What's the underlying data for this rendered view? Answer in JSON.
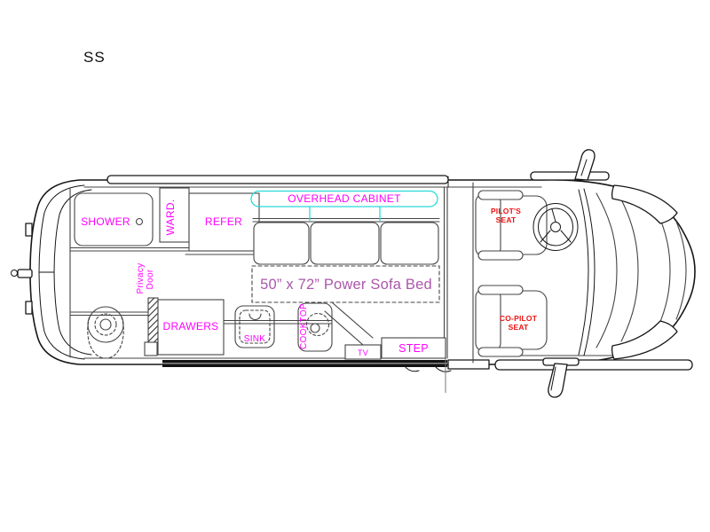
{
  "page": {
    "background": "#ffffff"
  },
  "colors": {
    "feature_label": "#ff00ff",
    "bed_label": "#ab57ab",
    "seat_label": "#ee1111",
    "overhead_cabinet_outline": "#2adbdb",
    "body_outline": "#161616"
  },
  "floorplan": {
    "model_code": "SS",
    "labels": {
      "shower": "SHOWER",
      "wardrobe": "WARD.",
      "refrigerator": "REFER",
      "overhead_cabinet": "OVERHEAD CABINET",
      "privacy_door_line1": "Privacy",
      "privacy_door_line2": "Door",
      "drawers": "DRAWERS",
      "sink": "SINK",
      "cooktop": "COOKTOP",
      "sofa_bed": "50” x 72” Power Sofa Bed",
      "tv": "TV",
      "step": "STEP",
      "pilot_seat_line1": "PILOT'S",
      "pilot_seat_line2": "SEAT",
      "copilot_seat_line1": "CO-PILOT",
      "copilot_seat_line2": "SEAT"
    }
  }
}
